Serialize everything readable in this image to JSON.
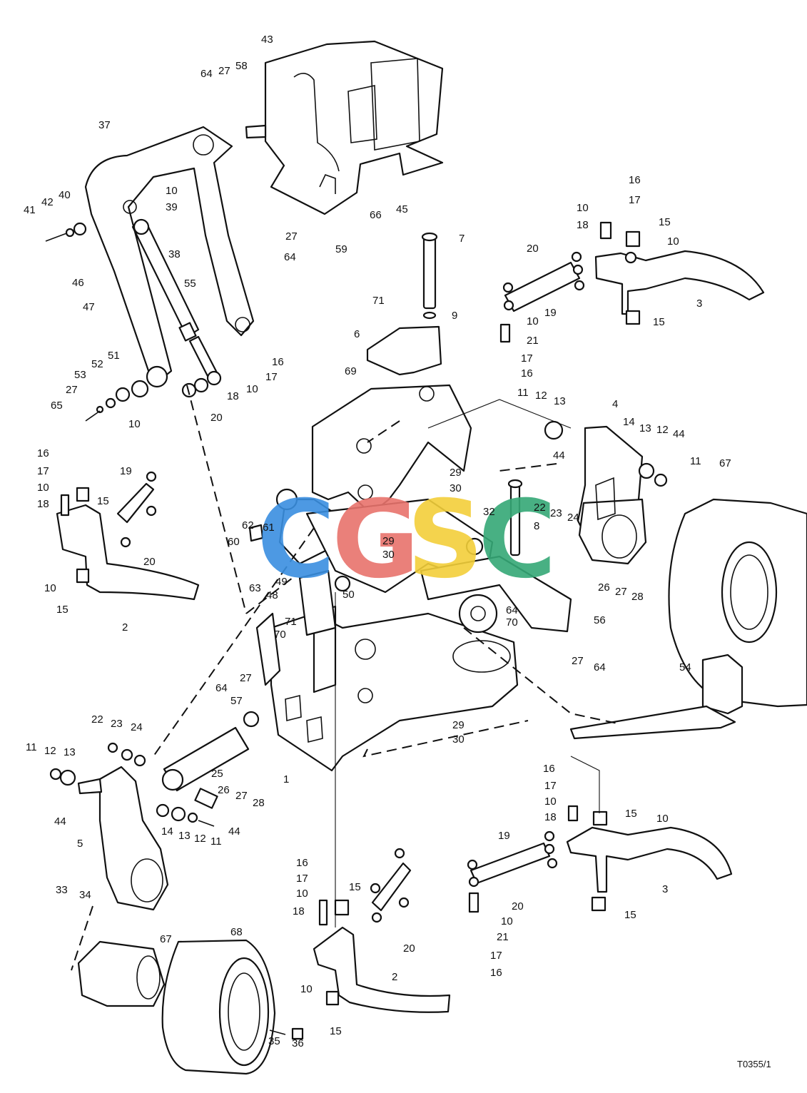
{
  "diagram": {
    "identifier": "T0355/1",
    "callouts": [
      {
        "t": "43"
      },
      {
        "t": "64"
      },
      {
        "t": "27"
      },
      {
        "t": "58"
      },
      {
        "t": "37"
      },
      {
        "t": "66"
      },
      {
        "t": "45"
      },
      {
        "t": "10"
      },
      {
        "t": "39"
      },
      {
        "t": "41"
      },
      {
        "t": "42"
      },
      {
        "t": "40"
      },
      {
        "t": "38"
      },
      {
        "t": "27"
      },
      {
        "t": "64"
      },
      {
        "t": "59"
      },
      {
        "t": "7"
      },
      {
        "t": "16"
      },
      {
        "t": "17"
      },
      {
        "t": "10"
      },
      {
        "t": "18"
      },
      {
        "t": "15"
      },
      {
        "t": "10"
      },
      {
        "t": "20"
      },
      {
        "t": "3"
      },
      {
        "t": "46"
      },
      {
        "t": "47"
      },
      {
        "t": "55"
      },
      {
        "t": "71"
      },
      {
        "t": "9"
      },
      {
        "t": "19"
      },
      {
        "t": "15"
      },
      {
        "t": "10"
      },
      {
        "t": "21"
      },
      {
        "t": "17"
      },
      {
        "t": "16"
      },
      {
        "t": "6"
      },
      {
        "t": "51"
      },
      {
        "t": "52"
      },
      {
        "t": "53"
      },
      {
        "t": "16"
      },
      {
        "t": "17"
      },
      {
        "t": "18"
      },
      {
        "t": "10"
      },
      {
        "t": "69"
      },
      {
        "t": "27"
      },
      {
        "t": "65"
      },
      {
        "t": "20"
      },
      {
        "t": "10"
      },
      {
        "t": "11"
      },
      {
        "t": "12"
      },
      {
        "t": "13"
      },
      {
        "t": "4"
      },
      {
        "t": "14"
      },
      {
        "t": "13"
      },
      {
        "t": "12"
      },
      {
        "t": "44"
      },
      {
        "t": "44"
      },
      {
        "t": "11"
      },
      {
        "t": "67"
      },
      {
        "t": "16"
      },
      {
        "t": "17"
      },
      {
        "t": "19"
      },
      {
        "t": "10"
      },
      {
        "t": "15"
      },
      {
        "t": "18"
      },
      {
        "t": "29"
      },
      {
        "t": "30"
      },
      {
        "t": "22"
      },
      {
        "t": "23"
      },
      {
        "t": "24"
      },
      {
        "t": "62"
      },
      {
        "t": "61"
      },
      {
        "t": "29"
      },
      {
        "t": "32"
      },
      {
        "t": "8"
      },
      {
        "t": "60"
      },
      {
        "t": "30"
      },
      {
        "t": "20"
      },
      {
        "t": "49"
      },
      {
        "t": "63"
      },
      {
        "t": "48"
      },
      {
        "t": "50"
      },
      {
        "t": "10"
      },
      {
        "t": "26"
      },
      {
        "t": "27"
      },
      {
        "t": "28"
      },
      {
        "t": "15"
      },
      {
        "t": "64"
      },
      {
        "t": "71"
      },
      {
        "t": "70"
      },
      {
        "t": "70"
      },
      {
        "t": "56"
      },
      {
        "t": "2"
      },
      {
        "t": "27"
      },
      {
        "t": "64"
      },
      {
        "t": "64"
      },
      {
        "t": "27"
      },
      {
        "t": "57"
      },
      {
        "t": "54"
      },
      {
        "t": "22"
      },
      {
        "t": "23"
      },
      {
        "t": "24"
      },
      {
        "t": "29"
      },
      {
        "t": "30"
      },
      {
        "t": "11"
      },
      {
        "t": "12"
      },
      {
        "t": "13"
      },
      {
        "t": "25"
      },
      {
        "t": "1"
      },
      {
        "t": "16"
      },
      {
        "t": "17"
      },
      {
        "t": "26"
      },
      {
        "t": "27"
      },
      {
        "t": "28"
      },
      {
        "t": "10"
      },
      {
        "t": "44"
      },
      {
        "t": "15"
      },
      {
        "t": "10"
      },
      {
        "t": "18"
      },
      {
        "t": "14"
      },
      {
        "t": "13"
      },
      {
        "t": "12"
      },
      {
        "t": "11"
      },
      {
        "t": "44"
      },
      {
        "t": "5"
      },
      {
        "t": "19"
      },
      {
        "t": "16"
      },
      {
        "t": "17"
      },
      {
        "t": "3"
      },
      {
        "t": "33"
      },
      {
        "t": "34"
      },
      {
        "t": "10"
      },
      {
        "t": "15"
      },
      {
        "t": "18"
      },
      {
        "t": "20"
      },
      {
        "t": "20"
      },
      {
        "t": "10"
      },
      {
        "t": "15"
      },
      {
        "t": "21"
      },
      {
        "t": "68"
      },
      {
        "t": "67"
      },
      {
        "t": "17"
      },
      {
        "t": "16"
      },
      {
        "t": "2"
      },
      {
        "t": "10"
      },
      {
        "t": "15"
      },
      {
        "t": "35"
      },
      {
        "t": "36"
      }
    ]
  },
  "watermark": {
    "letters": [
      {
        "ch": "C",
        "color": "#3a8fe0"
      },
      {
        "ch": "G",
        "color": "#e8736c"
      },
      {
        "ch": "S",
        "color": "#f3cf3a"
      },
      {
        "ch": "C",
        "color": "#35a876"
      }
    ]
  }
}
